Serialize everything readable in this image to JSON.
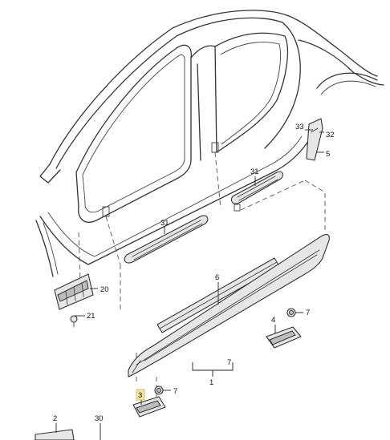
{
  "callouts": {
    "c33": "33",
    "c32": "32",
    "c5": "5",
    "c31a": "31",
    "c31b": "31",
    "c20": "20",
    "c21": "21",
    "c6": "6",
    "c7a": "7",
    "c7b": "7",
    "c7c": "7",
    "c4": "4",
    "c1": "1",
    "c3": "3",
    "c2": "2",
    "c30": "30"
  },
  "colors": {
    "highlight": "#f3e7a8",
    "line": "#333333"
  }
}
